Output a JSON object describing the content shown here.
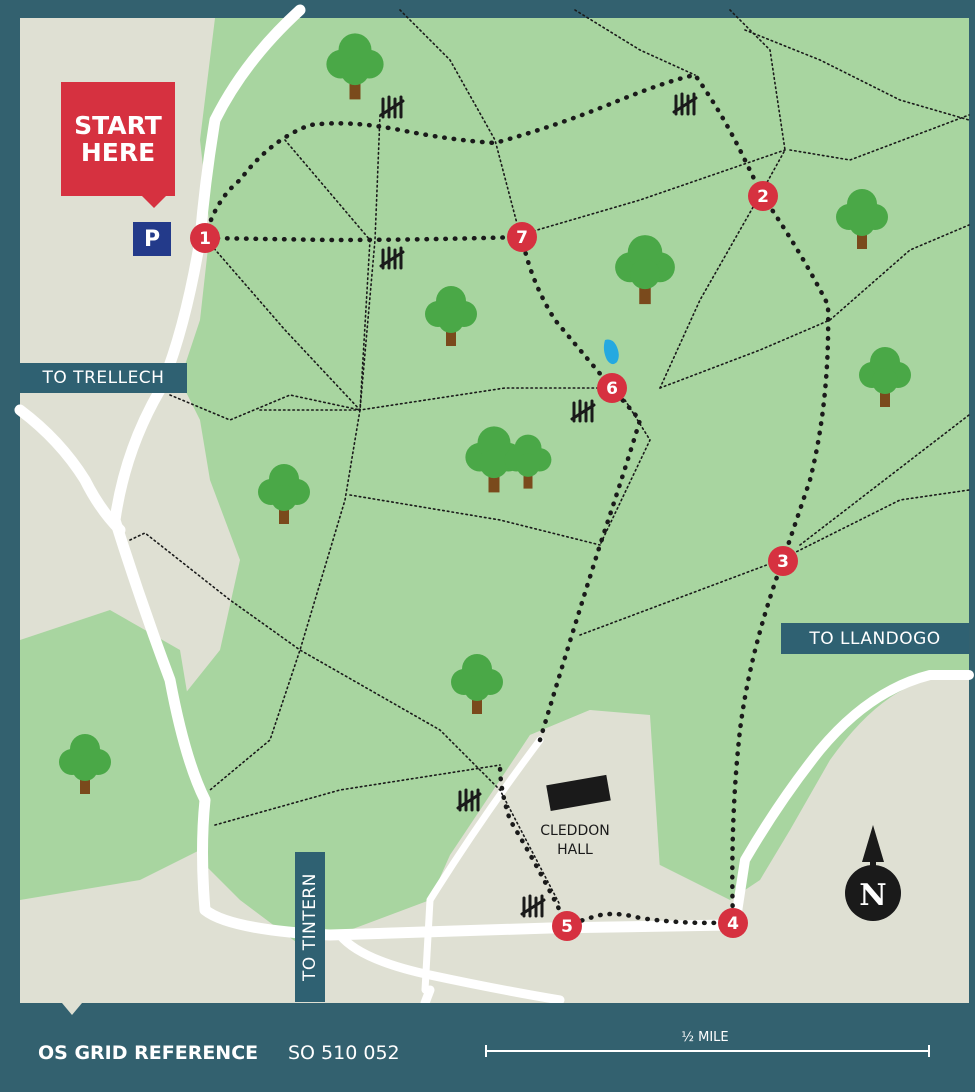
{
  "start_sign": {
    "line1": "START",
    "line2": "HERE"
  },
  "parking": {
    "label": "P",
    "icon": "parking-icon"
  },
  "road_labels": {
    "trellech": "TO TRELLECH",
    "llandogo": "TO LLANDOGO",
    "tintern": "TO TINTERN"
  },
  "building": {
    "line1": "CLEDDON",
    "line2": "HALL"
  },
  "compass": {
    "label": "N"
  },
  "waypoints": [
    "1",
    "2",
    "3",
    "4",
    "5",
    "6",
    "7"
  ],
  "footer": {
    "grid_title": "OS GRID REFERENCE",
    "grid_value": "SO 510 052",
    "scale_label": "½ MILE"
  },
  "colors": {
    "woodland": "#a8d5a0",
    "open_land": "#dfe0d3",
    "road": "#ffffff",
    "frame": "#33616f",
    "waypoint": "#d63140",
    "label_bg": "#2f6172",
    "pond": "#25a9e0",
    "tree_canopy": "#4aa847",
    "tree_trunk": "#7a4a1c"
  }
}
